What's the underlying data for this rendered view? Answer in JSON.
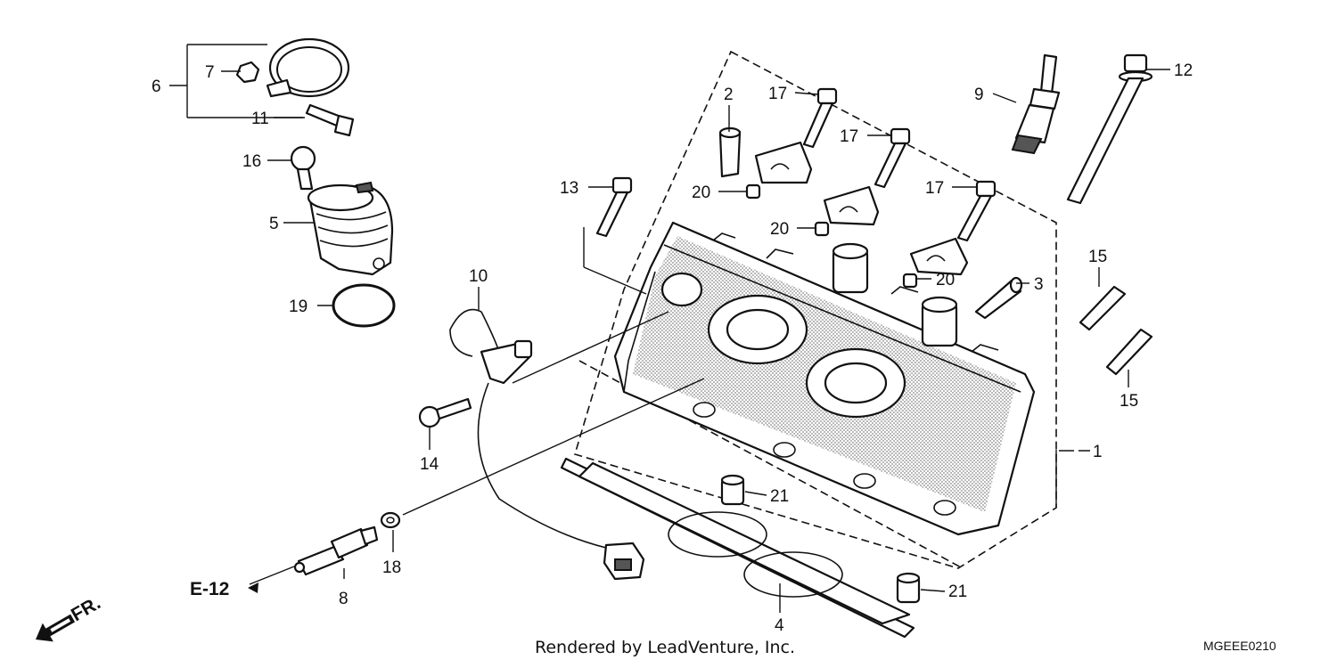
{
  "callouts": {
    "c1": "1",
    "c2": "2",
    "c3": "3",
    "c4": "4",
    "c5": "5",
    "c6": "6",
    "c7": "7",
    "c8": "8",
    "c9": "9",
    "c10": "10",
    "c11": "11",
    "c12": "12",
    "c13": "13",
    "c14": "14",
    "c15a": "15",
    "c15b": "15",
    "c16": "16",
    "c17a": "17",
    "c17b": "17",
    "c17c": "17",
    "c18": "18",
    "c19": "19",
    "c20a": "20",
    "c20b": "20",
    "c20c": "20",
    "c21a": "21",
    "c21b": "21"
  },
  "reference": {
    "e12": "E-12",
    "front": "FR."
  },
  "footer": {
    "rendered_by": "Rendered by LeadVenture, Inc.",
    "diagram_code": "MGEEE0210"
  },
  "colors": {
    "ink": "#111111",
    "shade": "#555555",
    "background": "#ffffff"
  },
  "icons": {
    "front_arrow": "front-arrow-icon",
    "e12_arrow": "reference-arrow-icon"
  }
}
